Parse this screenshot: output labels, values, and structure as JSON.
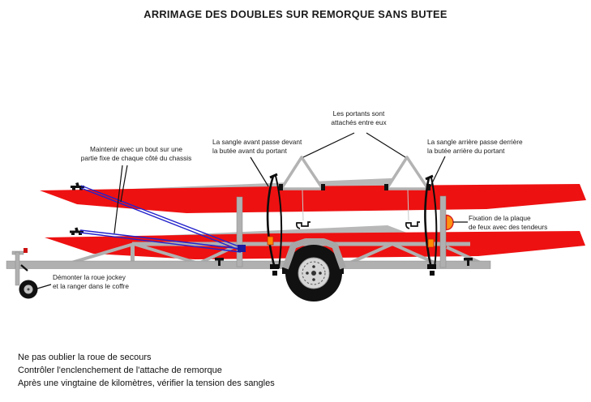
{
  "title": "ARRIMAGE DES DOUBLES SUR REMORQUE SANS BUTEE",
  "annotations": {
    "maintain_rope": {
      "line1": "Maintenir avec un bout sur une",
      "line2": "partie fixe de chaque côté du chassis"
    },
    "front_strap": {
      "line1": "La sangle avant passe devant",
      "line2": "la butée avant du portant"
    },
    "supports_attached": {
      "line1": "Les portants sont",
      "line2": "attachés entre eux"
    },
    "rear_strap": {
      "line1": "La sangle arrière passe derrière",
      "line2": "la butée arrière du portant"
    },
    "light_board": {
      "line1": "Fixation de la plaque",
      "line2": "de feux avec des tendeurs"
    },
    "jockey_wheel": {
      "line1": "Démonter la roue jockey",
      "line2": "et la ranger dans le coffre"
    }
  },
  "footer_notes": [
    "Ne pas oublier la roue de secours",
    "Contrôler l'enclenchement de l'attache de remorque",
    "Après une vingtaine de kilomètres, vérifier la tension des sangles"
  ],
  "colors": {
    "boat_red": "#ee1111",
    "deck_gray": "#b8b8b8",
    "trailer_gray": "#b0b0b0",
    "rope_blue": "#2323cc",
    "rope_anchor_blue": "#1c1c9e",
    "strap_black": "#0d0d0d",
    "buckle_orange": "#ff8c00",
    "light_orange": "#ff9212",
    "light_red": "#d42020"
  }
}
